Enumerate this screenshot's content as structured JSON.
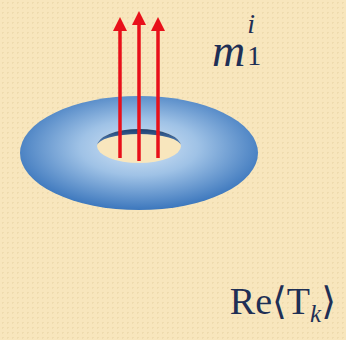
{
  "diagram": {
    "labels": [
      "m",
      "1",
      "i",
      "Re⟨T",
      "k",
      "⟩"
    ]
  }
}
